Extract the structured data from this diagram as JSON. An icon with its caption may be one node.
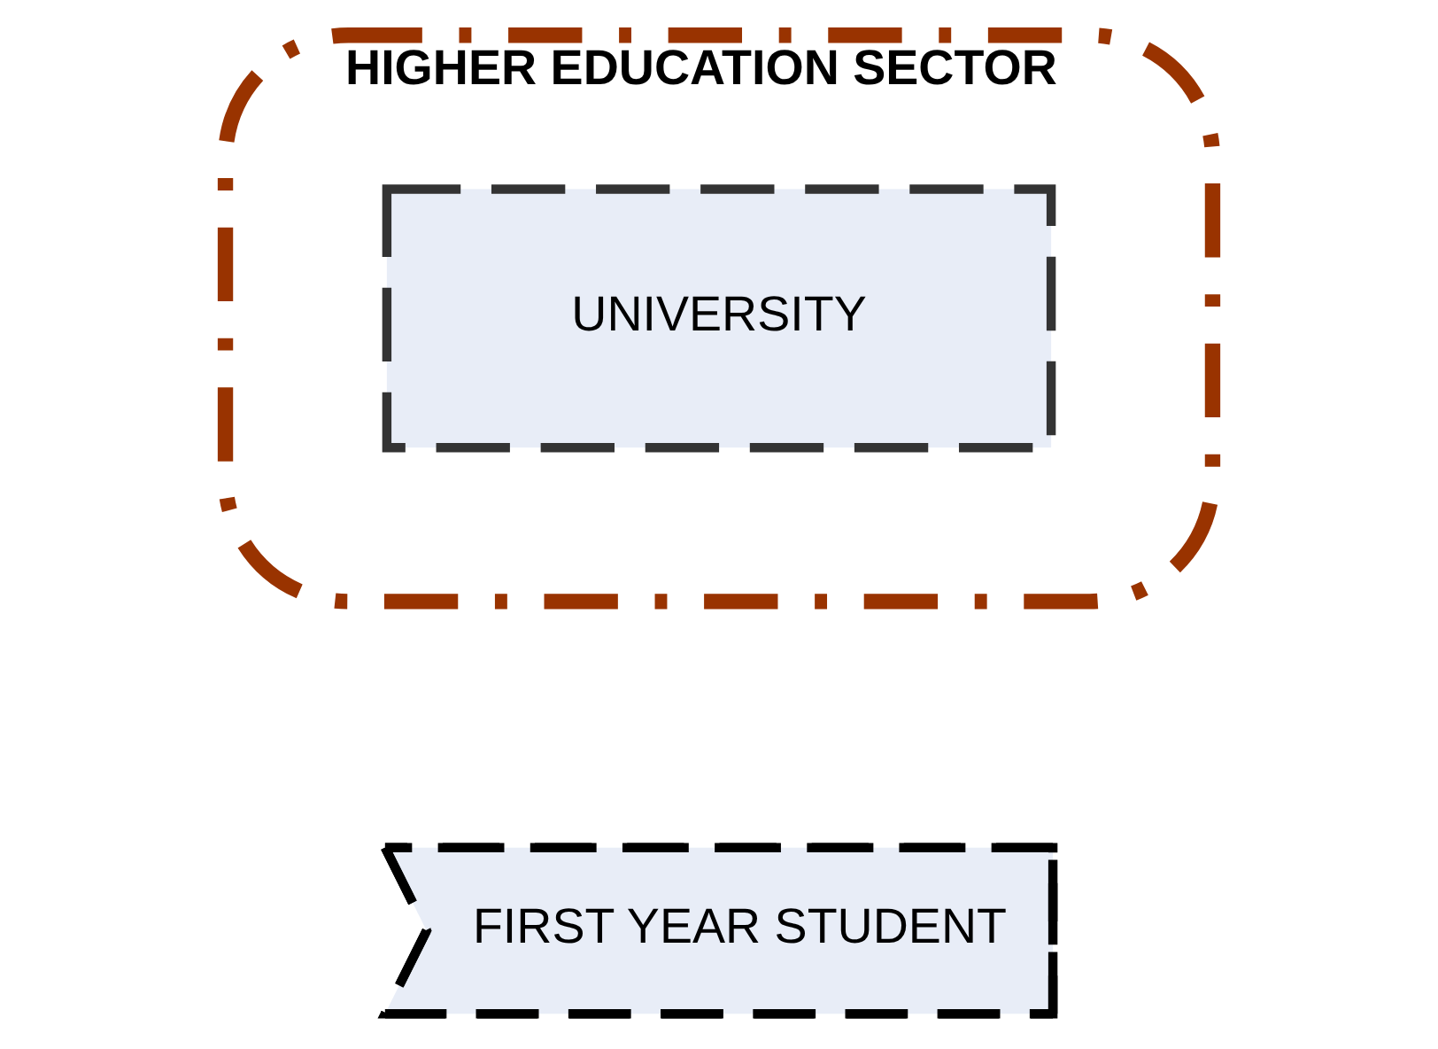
{
  "diagram": {
    "nodes": [
      {
        "text": [
          "HIGHER EDUCATION SECTOR"
        ]
      },
      {
        "text": [
          "FIRST YEAR STUDENT"
        ]
      },
      {
        "text": [
          "UNIVERSITY"
        ],
        "in": 0
      }
    ]
  }
}
